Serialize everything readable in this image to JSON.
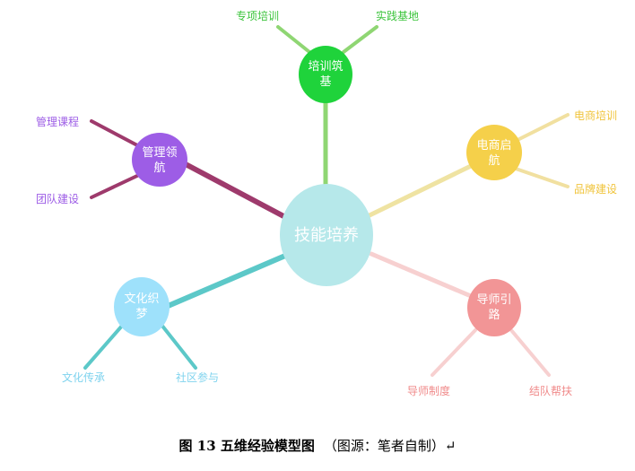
{
  "center": {
    "label": "技能培养",
    "color": "#b6e8ea"
  },
  "branches": [
    {
      "key": "top",
      "label": "培训筑\n基",
      "color": "#1fd33b",
      "line": "#8fd673",
      "text": "#ffffff",
      "leaves": [
        "专项培训",
        "实践基地"
      ],
      "leaf_color": "#8fd673",
      "leaf_text": "#3cc43c"
    },
    {
      "key": "left-top",
      "label": "管理领\n航",
      "color": "#9d5de6",
      "line": "#9e3a6c",
      "text": "#ffffff",
      "leaves": [
        "管理课程",
        "团队建设"
      ],
      "leaf_color": "#9e3a6c",
      "leaf_text": "#9d5de6"
    },
    {
      "key": "right-top",
      "label": "电商启\n航",
      "color": "#f5d04a",
      "line": "#efe3a2",
      "text": "#ffffff",
      "leaves": [
        "电商培训",
        "品牌建设"
      ],
      "leaf_color": "#f1e0a0",
      "leaf_text": "#f0c43c"
    },
    {
      "key": "left-bottom",
      "label": "文化织\n梦",
      "color": "#9ee1fb",
      "line": "#5cc8c8",
      "text": "#ffffff",
      "leaves": [
        "文化传承",
        "社区参与"
      ],
      "leaf_color": "#5cc8c8",
      "leaf_text": "#7fd3ee"
    },
    {
      "key": "right-bottom",
      "label": "导师引\n路",
      "color": "#f29596",
      "line": "#f7d0d0",
      "text": "#ffffff",
      "leaves": [
        "导师制度",
        "结队帮扶"
      ],
      "leaf_color": "#f7d0d0",
      "leaf_text": "#f08a8a"
    }
  ],
  "caption": {
    "figure": "图 13  五维经验模型图",
    "source": "（图源：笔者自制）↵"
  }
}
